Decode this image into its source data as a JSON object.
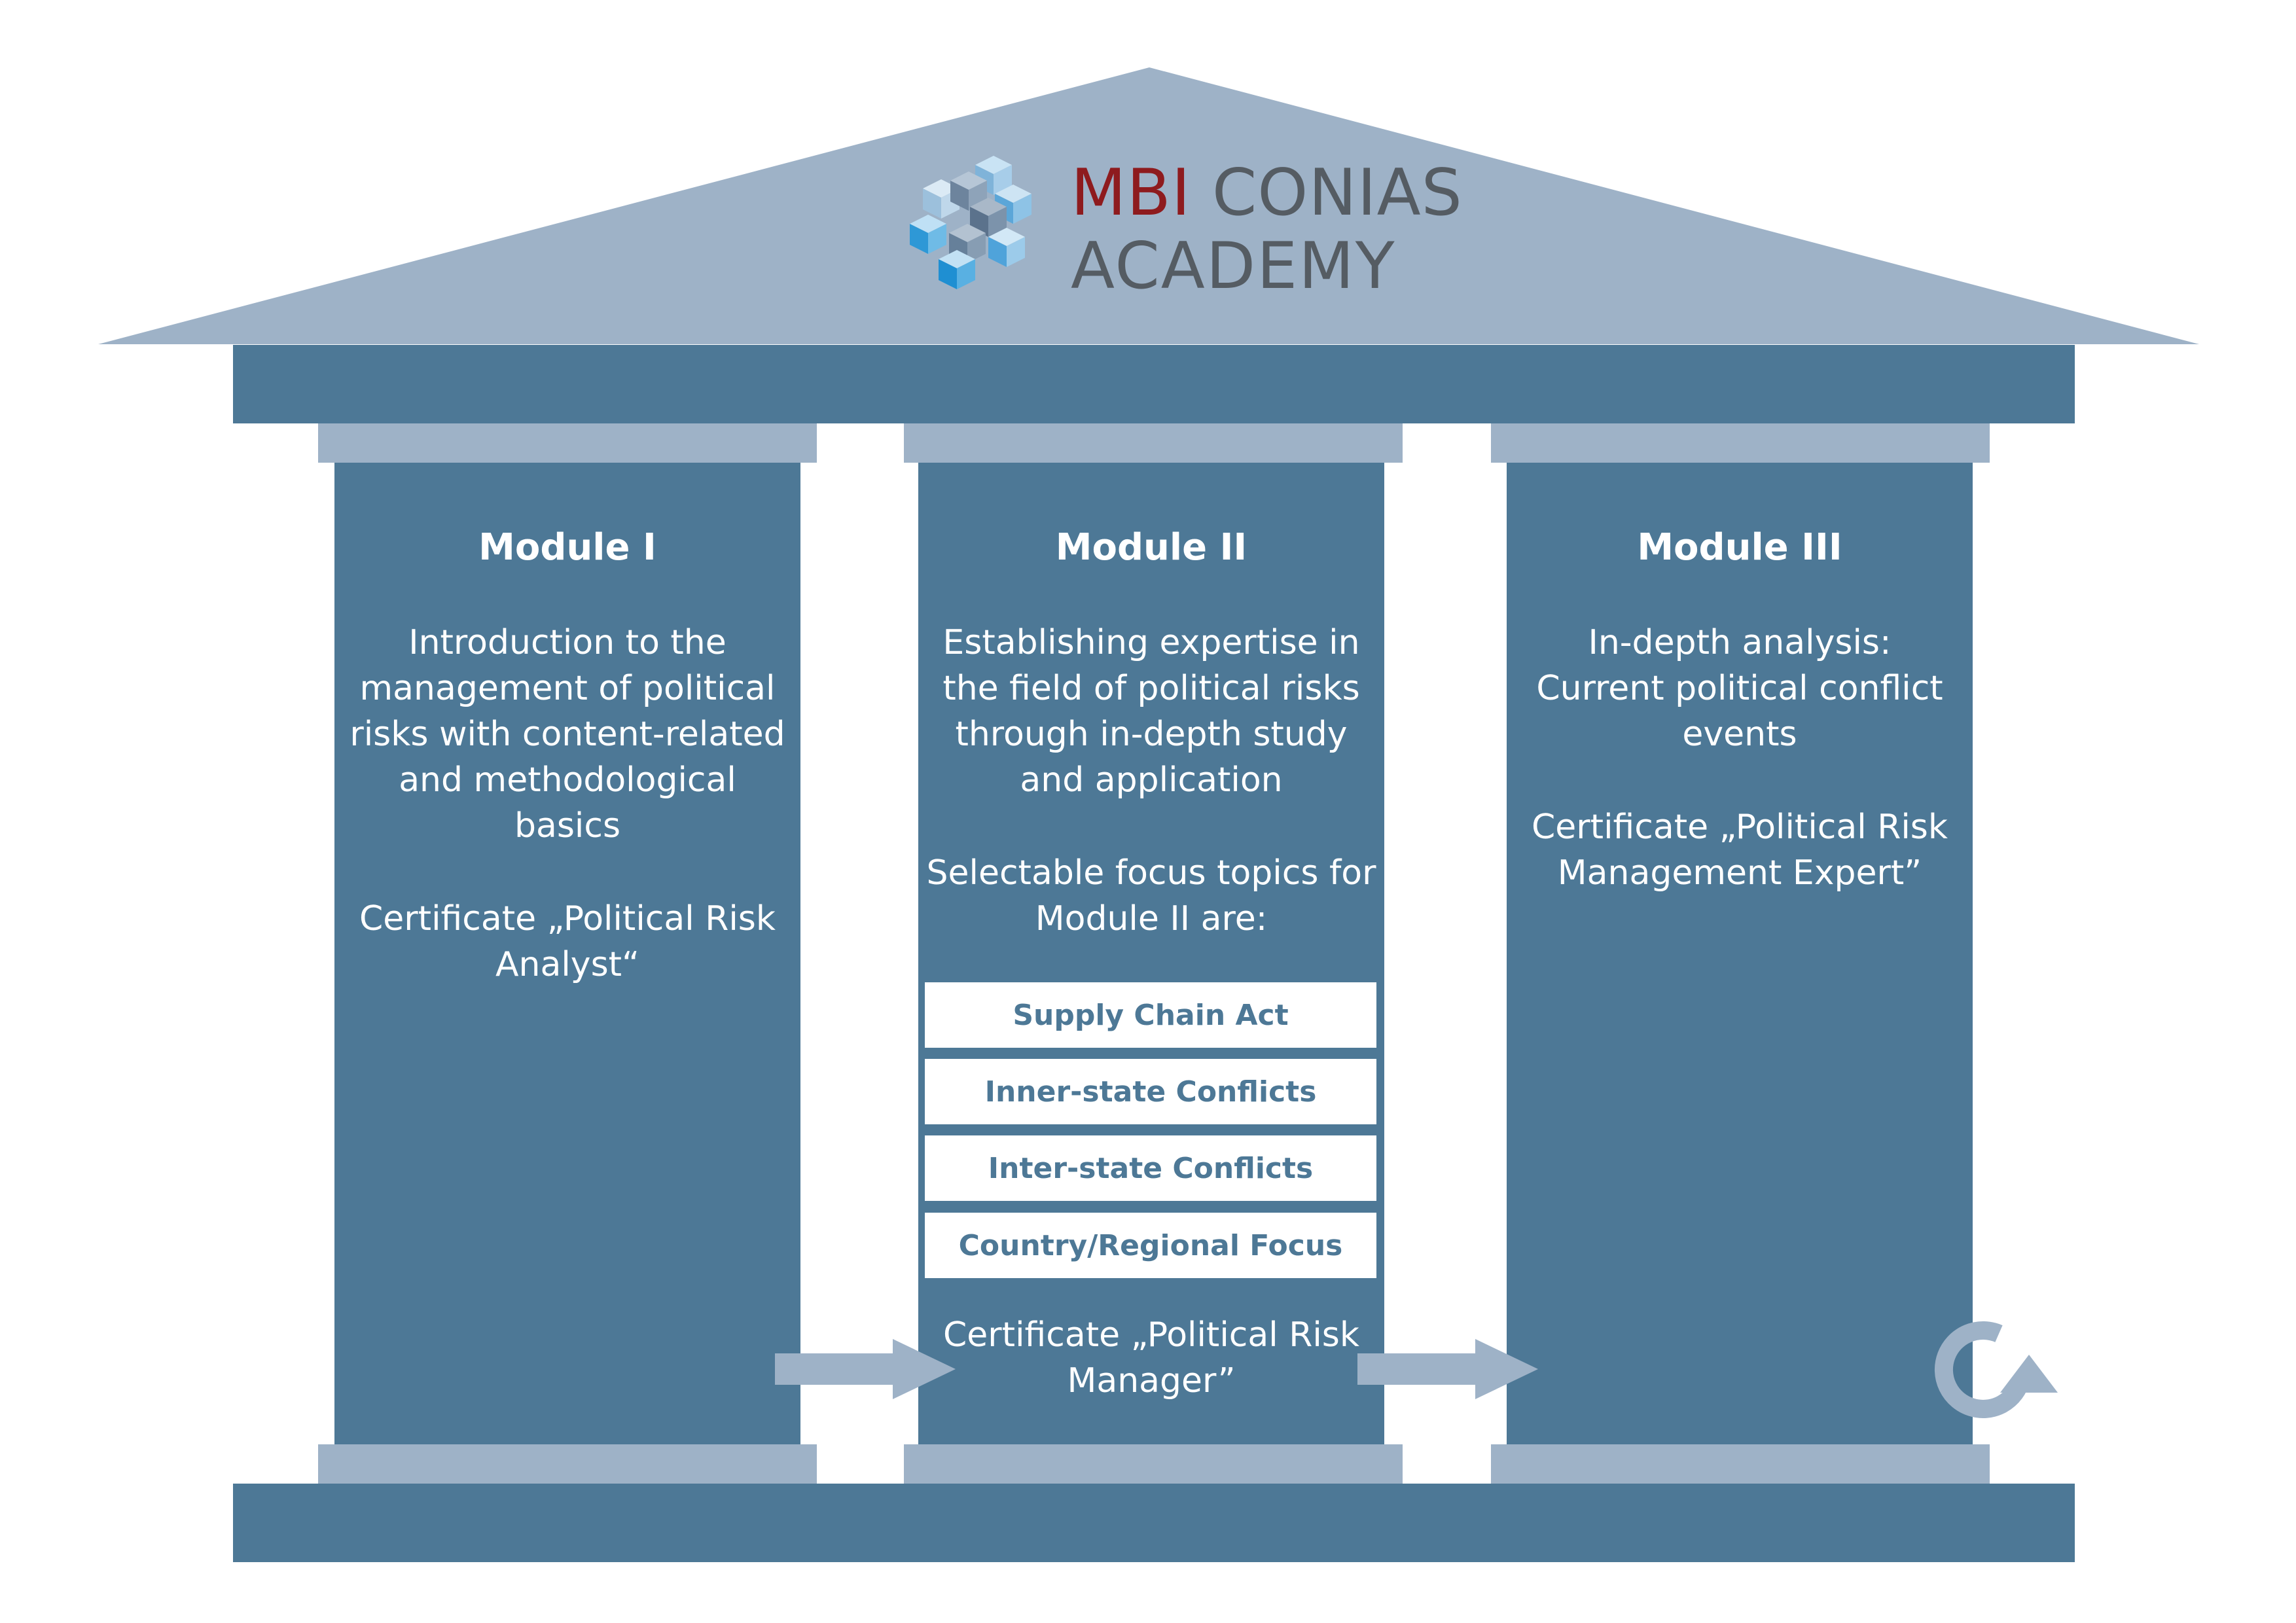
{
  "logo": {
    "brand_red": "MBI",
    "brand_gray": "CONIAS",
    "line2": "ACADEMY",
    "icon": "cube-cluster-icon"
  },
  "colors": {
    "dark_blue": "#4d7896",
    "light_blue": "#9eb2c7",
    "logo_red": "#8e1b1e",
    "logo_gray": "#555c63",
    "white": "#ffffff"
  },
  "modules": [
    {
      "title": "Module I",
      "description": "Introduction to the\nmanagement of political\nrisks with content-related\nand methodological\nbasics",
      "certificate": "Certificate  „Political Risk\nAnalyst“"
    },
    {
      "title": "Module II",
      "description": "Establishing expertise in\nthe field of political risks\nthrough in-depth study\nand application",
      "topics_intro": "Selectable focus topics for\nModule II are:",
      "topics": [
        "Supply Chain Act",
        "Inner-state Conflicts",
        "Inter-state Conflicts",
        "Country/Regional Focus"
      ],
      "certificate": "Certificate „Political Risk\nManager”"
    },
    {
      "title": "Module III",
      "description": "In-depth analysis:\nCurrent political conflict\nevents",
      "certificate": "Certificate „Political Risk\nManagement Expert”"
    }
  ],
  "icons": {
    "arrow_1": "right-arrow-icon",
    "arrow_2": "right-arrow-icon",
    "cycle": "refresh-cycle-icon"
  }
}
